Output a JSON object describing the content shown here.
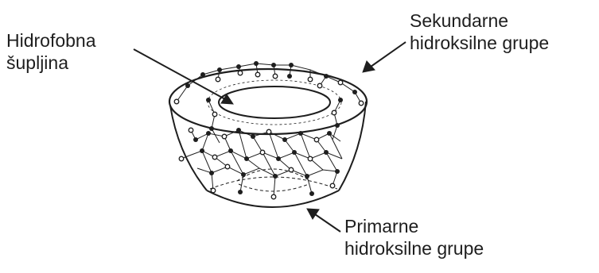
{
  "labels": {
    "hydrophobic_cavity": {
      "line1": "Hidrofobna",
      "line2": "šupljina"
    },
    "secondary_hydroxyl": {
      "line1": "Sekundarne",
      "line2": "hidroksilne grupe"
    },
    "primary_hydroxyl": {
      "line1": "Primarne",
      "line2": "hidroksilne grupe"
    }
  },
  "colors": {
    "ink": "#1e1e1e",
    "open_atom_fill": "#ffffff",
    "filled_atom_fill": "#1e1e1e"
  }
}
